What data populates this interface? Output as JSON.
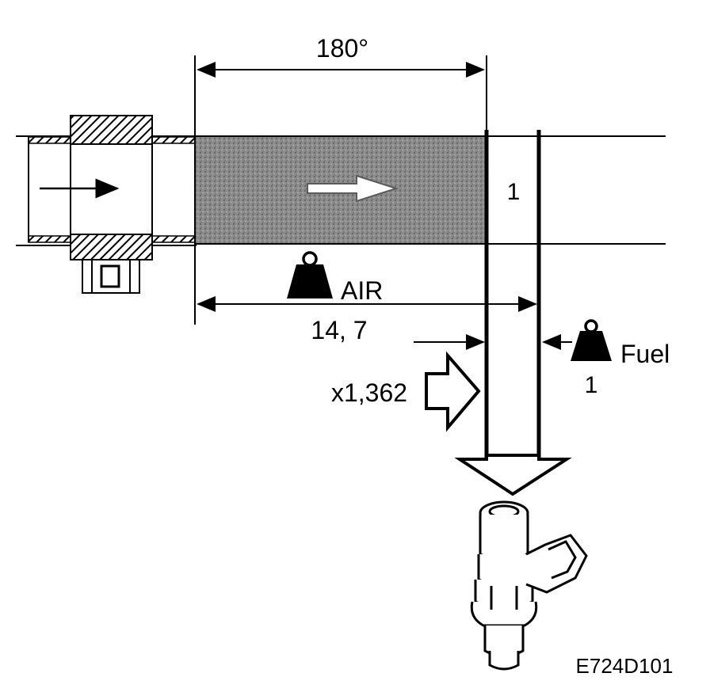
{
  "labels": {
    "angle": "180°",
    "ratio_one": "1",
    "air": "AIR",
    "air_ratio": "14, 7",
    "multiplier": "x1,362",
    "fuel": "Fuel",
    "fuel_ratio": "1",
    "figure_code": "E724D101"
  },
  "colors": {
    "ink": "#000000",
    "background": "#ffffff",
    "shaded_air": "#8c8c8c"
  },
  "icons": [
    "flow-arrow-icon",
    "weight-icon",
    "injector-icon",
    "hollow-arrow-icon"
  ]
}
